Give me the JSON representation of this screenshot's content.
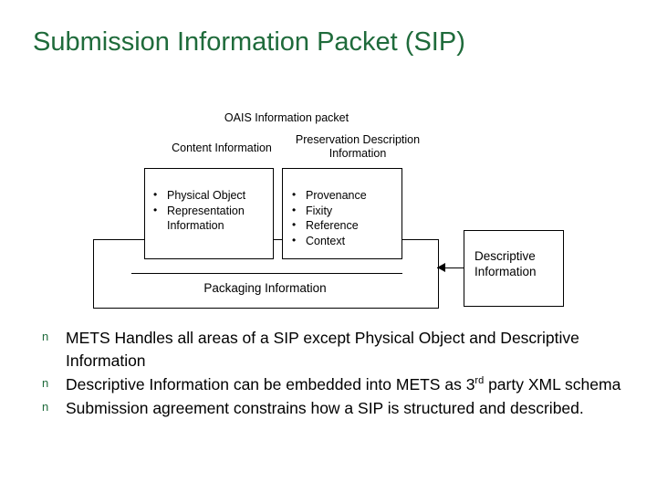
{
  "slide": {
    "title": "Submission Information Packet (SIP)",
    "title_color": "#1f6b3b"
  },
  "diagram": {
    "oais_title": "OAIS Information packet",
    "content_information_title": "Content Information",
    "pdi_title_line1": "Preservation Description",
    "pdi_title_line2": "Information",
    "content_items": [
      "Physical Object",
      "Representation",
      "Information"
    ],
    "pdi_items": [
      "Provenance",
      "Fixity",
      "Reference",
      "Context"
    ],
    "packaging_label": "Packaging Information",
    "descriptive_line1": "Descriptive",
    "descriptive_line2": "Information"
  },
  "body": {
    "bullets": [
      "METS Handles all areas of a SIP except Physical Object and Descriptive Information",
      "Descriptive Information can be embedded into METS as 3rd party XML schema",
      "Submission agreement constrains how a SIP is structured and described."
    ],
    "bullet2_prefix": "Descriptive Information can be embedded into METS as 3",
    "bullet2_sup": "rd",
    "bullet2_suffix": "party XML schema"
  }
}
